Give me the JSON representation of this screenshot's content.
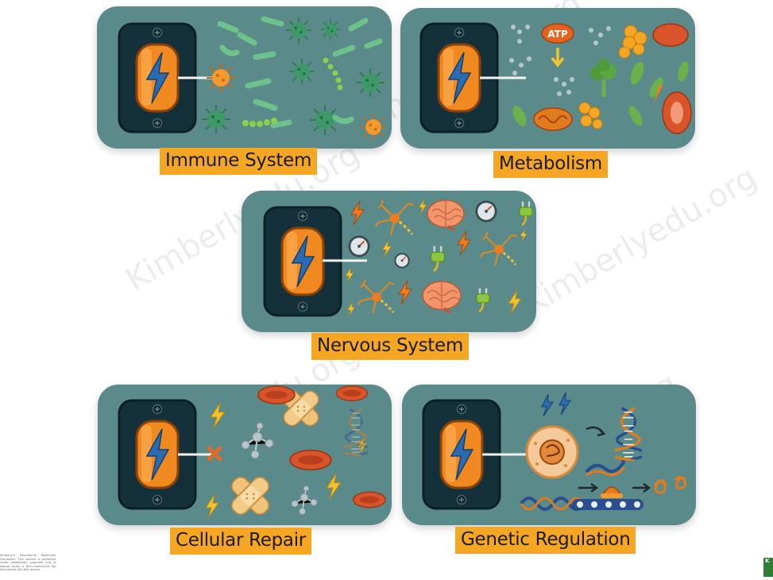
{
  "panels": {
    "immune": {
      "label": "Immune System"
    },
    "metabolism": {
      "label": "Metabolism",
      "atp_label": "ATP"
    },
    "nervous": {
      "label": "Nervous System"
    },
    "repair": {
      "label": "Cellular Repair"
    },
    "genetic": {
      "label": "Genetic Regulation"
    }
  },
  "watermark": {
    "text": "Kimberlyedu.org"
  },
  "footer": {
    "disclaimer": "Kimberly's Educational Resources Disclaimer: This content is protected under compilation copyright and is shared under a Non-Commercial No Derivatives (NC-ND) license.",
    "logo_text": "K"
  },
  "colors": {
    "panel_bg": "#5b8a8a",
    "battery_case": "#14313b",
    "battery_cell": "#f0891f",
    "bolt": "#2b6cb0",
    "label_bg": "#f5a623"
  }
}
